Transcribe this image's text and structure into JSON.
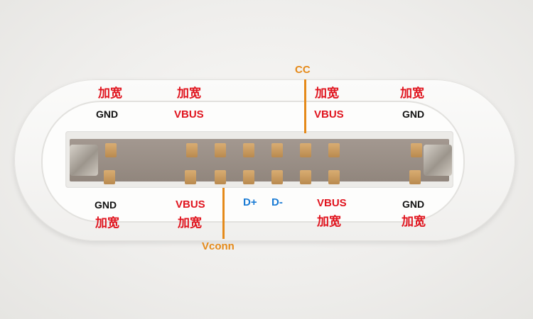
{
  "title_label": "",
  "accent_colors": {
    "red": "#e0141e",
    "blue": "#1a7bd4",
    "orange": "#e58a1a"
  },
  "top_row": {
    "widen_1": "加宽",
    "widen_2": "加宽",
    "widen_3": "加宽",
    "widen_4": "加宽",
    "gnd_left": "GND",
    "vbus_left": "VBUS",
    "vbus_right": "VBUS",
    "gnd_right": "GND",
    "cc": "CC"
  },
  "bottom_row": {
    "gnd_left": "GND",
    "vbus_left": "VBUS",
    "d_plus": "D+",
    "d_minus": "D-",
    "vbus_right": "VBUS",
    "gnd_right": "GND",
    "widen_1": "加宽",
    "widen_2": "加宽",
    "widen_3": "加宽",
    "widen_4": "加宽",
    "vconn": "Vconn"
  }
}
